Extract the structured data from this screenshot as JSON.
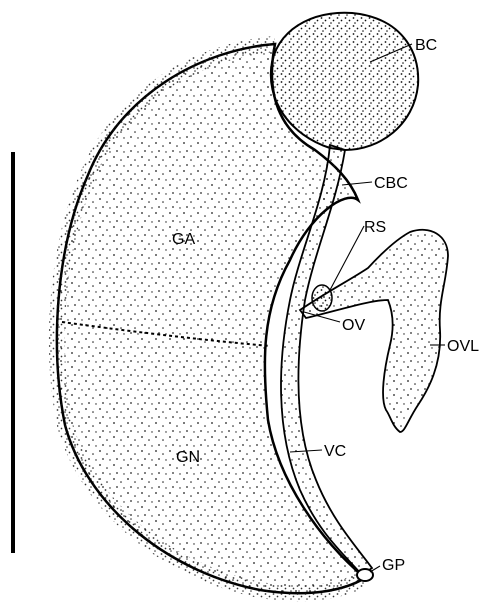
{
  "labels": {
    "bc": "BC",
    "cbc": "CBC",
    "rs": "RS",
    "ga": "GA",
    "ov": "OV",
    "ovl": "OVL",
    "gn": "GN",
    "vc": "VC",
    "gp": "GP"
  },
  "colors": {
    "ink": "#000000",
    "paper": "#ffffff",
    "stipple": "#1a1a1a"
  }
}
